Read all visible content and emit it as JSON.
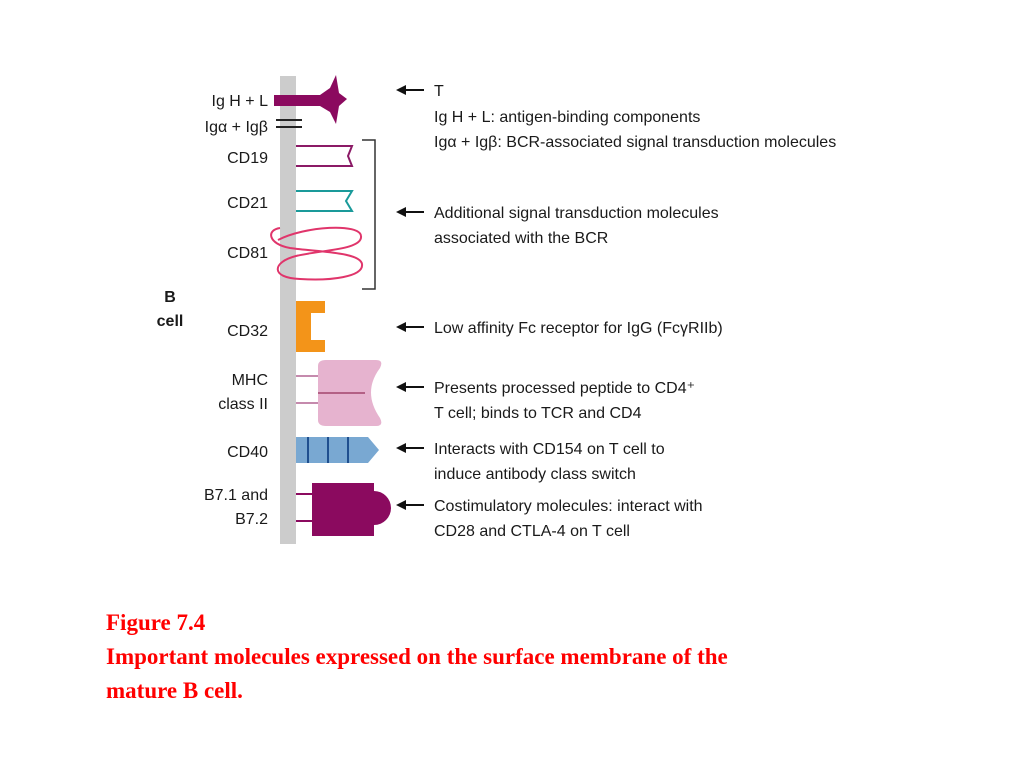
{
  "figure": {
    "cell_label_line1": "B",
    "cell_label_line2": "cell",
    "molecules": [
      {
        "id": "ig",
        "label_lines": [
          "Ig H + L",
          "Igα + Igβ"
        ],
        "color": "#8b0a5f"
      },
      {
        "id": "cd19",
        "label_lines": [
          "CD19"
        ],
        "color": "#8b1a66"
      },
      {
        "id": "cd21",
        "label_lines": [
          "CD21"
        ],
        "color": "#1a9a9a"
      },
      {
        "id": "cd81",
        "label_lines": [
          "CD81"
        ],
        "color": "#e0356b"
      },
      {
        "id": "cd32",
        "label_lines": [
          "CD32"
        ],
        "color": "#f39419"
      },
      {
        "id": "mhc",
        "label_lines": [
          "MHC",
          "class II"
        ],
        "color": "#e6b3cf"
      },
      {
        "id": "cd40",
        "label_lines": [
          "CD40"
        ],
        "color": "#79a8d2"
      },
      {
        "id": "b7",
        "label_lines": [
          "B7.1 and",
          "B7.2"
        ],
        "color": "#8b0a5f"
      }
    ],
    "descriptions": [
      {
        "id": "ig",
        "lines": [
          "T",
          "Ig H + L: antigen-binding components",
          "Igα + Igβ: BCR-associated signal transduction molecules"
        ]
      },
      {
        "id": "coreceptor",
        "lines": [
          "Additional signal transduction molecules",
          "associated with the BCR"
        ]
      },
      {
        "id": "cd32",
        "lines": [
          "Low affinity Fc receptor for IgG (FcγRIIb)"
        ]
      },
      {
        "id": "mhc",
        "lines": [
          "Presents processed peptide to CD4⁺",
          "T cell; binds to TCR and CD4"
        ]
      },
      {
        "id": "cd40",
        "lines": [
          "Interacts with CD154 on T cell to",
          "induce antibody class switch"
        ]
      },
      {
        "id": "b7",
        "lines": [
          "Costimulatory molecules: interact with",
          "CD28 and CTLA-4 on T cell"
        ]
      }
    ],
    "membrane_color": "#cccccc"
  },
  "caption": {
    "title": "Figure 7.4",
    "line1": "Important molecules expressed on the surface membrane of the",
    "line2": "mature B cell."
  }
}
